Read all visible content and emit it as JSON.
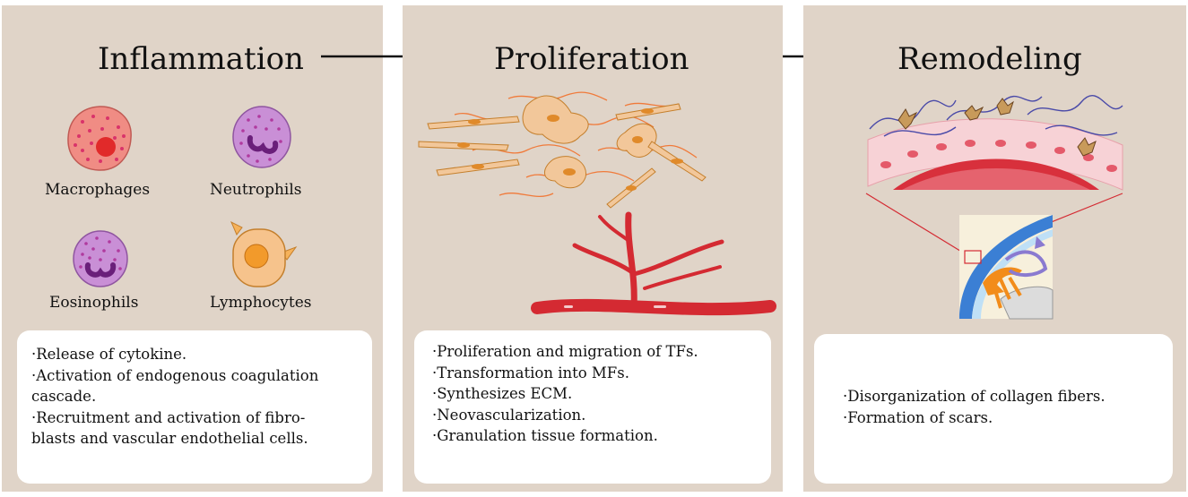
{
  "stages": [
    {
      "title": "Inflammation",
      "cells": [
        "Macrophages",
        "Neutrophils",
        "Eosinophils",
        "Lymphocytes"
      ],
      "points": [
        "·Release of cytokine.",
        "·Activation of endogenous coagulation",
        "cascade.",
        "·Recruitment and activation of fibro-",
        "blasts and vascular endothelial cells."
      ]
    },
    {
      "title": "Proliferation",
      "points": [
        "·Proliferation and migration of TFs.",
        "·Transformation into MFs.",
        "·Synthesizes ECM.",
        "·Neovascularization.",
        "·Granulation tissue formation."
      ]
    },
    {
      "title": "Remodeling",
      "points": [
        "·Disorganization of collagen fibers.",
        "·Formation of scars."
      ]
    }
  ],
  "colors": {
    "panel": "#e0d4c8",
    "macrophage": "#f08c84",
    "granulocyte": "#c98fd6",
    "lymphocyte": "#f6c38c",
    "vessel": "#d42a32",
    "fibroblast": "#f2c79a"
  }
}
